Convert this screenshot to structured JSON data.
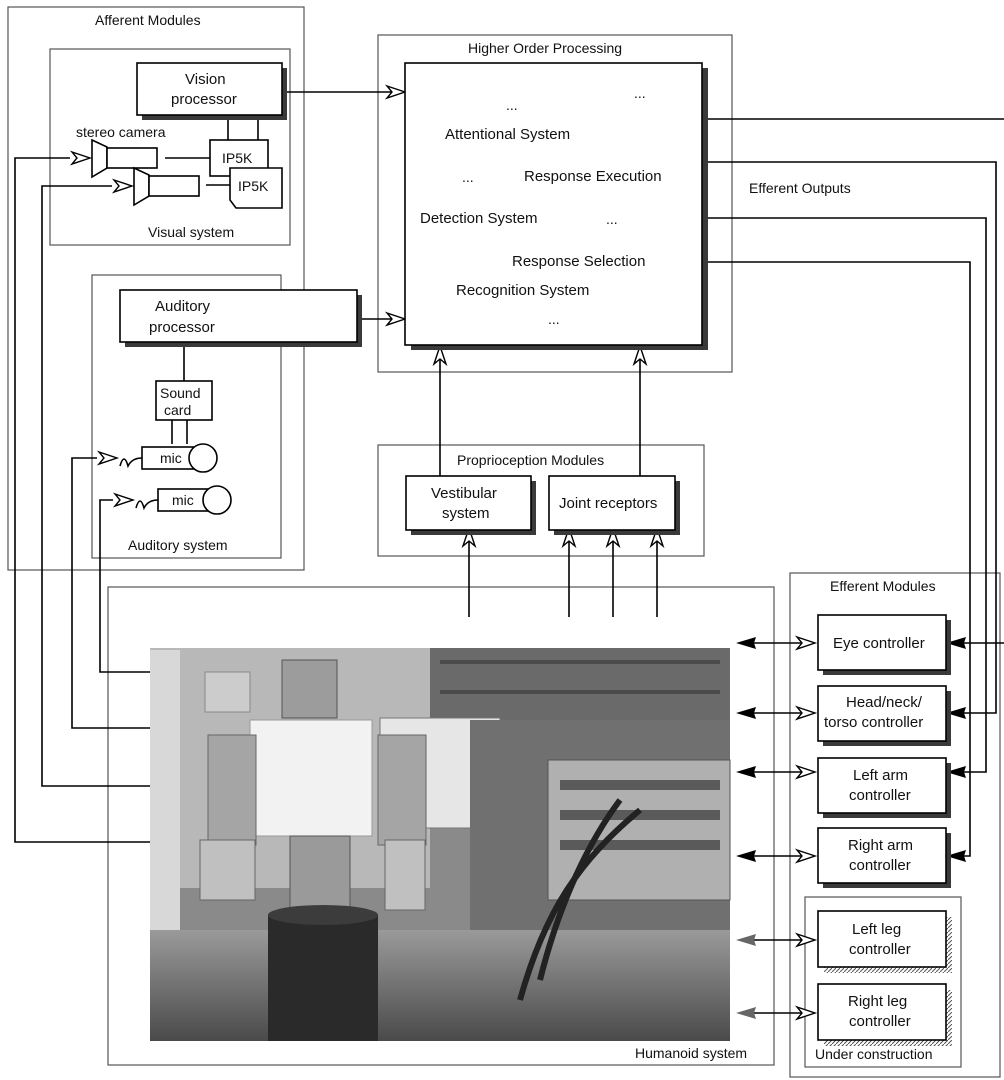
{
  "groups": {
    "afferent": "Afferent Modules",
    "visual": "Visual system",
    "auditory": "Auditory system",
    "higher": "Higher Order Processing",
    "proprioception": "Proprioception Modules",
    "efferent_modules": "Efferent Modules",
    "efferent_outputs": "Efferent Outputs",
    "humanoid": "Humanoid system",
    "under_construction": "Under construction"
  },
  "visual": {
    "vision_processor": [
      "Vision",
      "processor"
    ],
    "stereo_camera": "stereo camera",
    "ip5k": "IP5K"
  },
  "auditory": {
    "auditory_processor": [
      "Auditory",
      "processor"
    ],
    "sound_card": [
      "Sound",
      "card"
    ],
    "mic": "mic"
  },
  "higher": {
    "attentional": "Attentional System",
    "response_execution": "Response Execution",
    "detection": "Detection System",
    "response_selection": "Response Selection",
    "recognition": "Recognition System",
    "ellipsis": "..."
  },
  "proprioception": {
    "vestibular": [
      "Vestibular",
      "system"
    ],
    "joint": "Joint receptors"
  },
  "efferent": {
    "eye": "Eye controller",
    "head": [
      "Head/neck/",
      "torso controller"
    ],
    "left_arm": [
      "Left arm",
      "controller"
    ],
    "right_arm": [
      "Right arm",
      "controller"
    ],
    "left_leg": [
      "Left leg",
      "controller"
    ],
    "right_leg": [
      "Right leg",
      "controller"
    ]
  },
  "photo": {
    "icons": [
      "humanoid-robot-photo"
    ],
    "tone": "#8a8a8a"
  }
}
